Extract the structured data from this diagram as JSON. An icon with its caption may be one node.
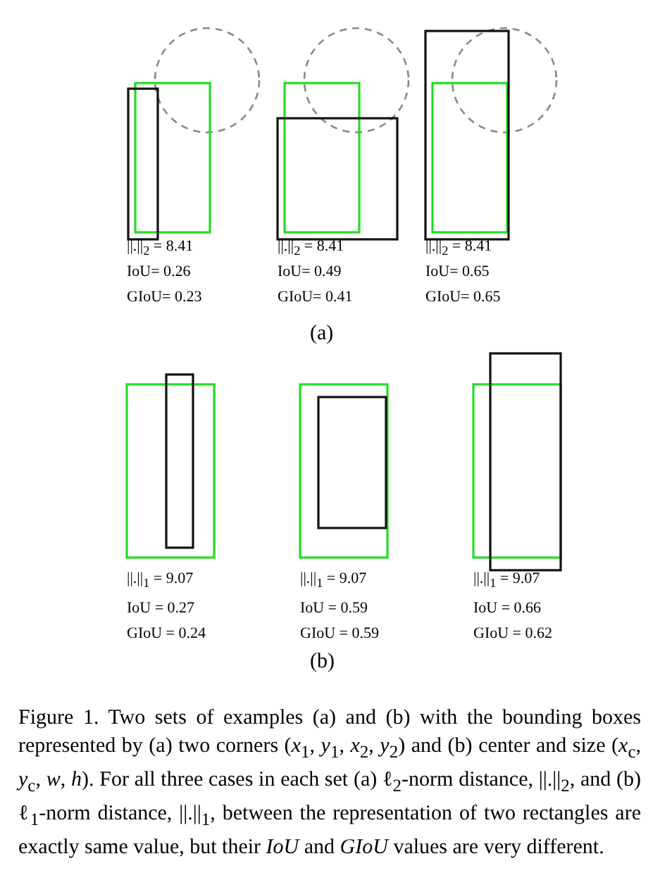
{
  "diagram": {
    "caption": "Figure 1.  Two sets of examples (a) and (b) with the bounding boxes represented by (a) two corners (*x*$_{1}$, *y*$_{1}$, *x*$_{2}$, *y*$_{2}$) and (b) center and size (*x*$_{c}$, *y*$_{c}$, *w*, *h*). For all three cases in each set (a) ℓ$_{2}$-norm distance, ||.||$_{2}$, and (b) ℓ$_{1}$-norm distance, ||.||$_{1}$, between the representation of two rectangles are exactly same value, but their *IoU* and *GIoU* values are very different.",
    "labels": [
      "||.||$_{2}$ = 8.41",
      "IoU= 0.26",
      "GIoU= 0.23",
      "||.||$_{2}$ = 8.41",
      "IoU= 0.49",
      "GIoU= 0.41",
      "||.||$_{2}$ = 8.41",
      "IoU= 0.65",
      "GIoU= 0.65",
      "(a)",
      "||.||$_{1}$ = 9.07",
      "IoU = 0.27",
      "GIoU = 0.24",
      "||.||$_{1}$ = 9.07",
      "IoU = 0.59",
      "GIoU = 0.59",
      "||.||$_{1}$ = 9.07",
      "IoU = 0.66",
      "GIoU = 0.62",
      "(b)"
    ]
  }
}
